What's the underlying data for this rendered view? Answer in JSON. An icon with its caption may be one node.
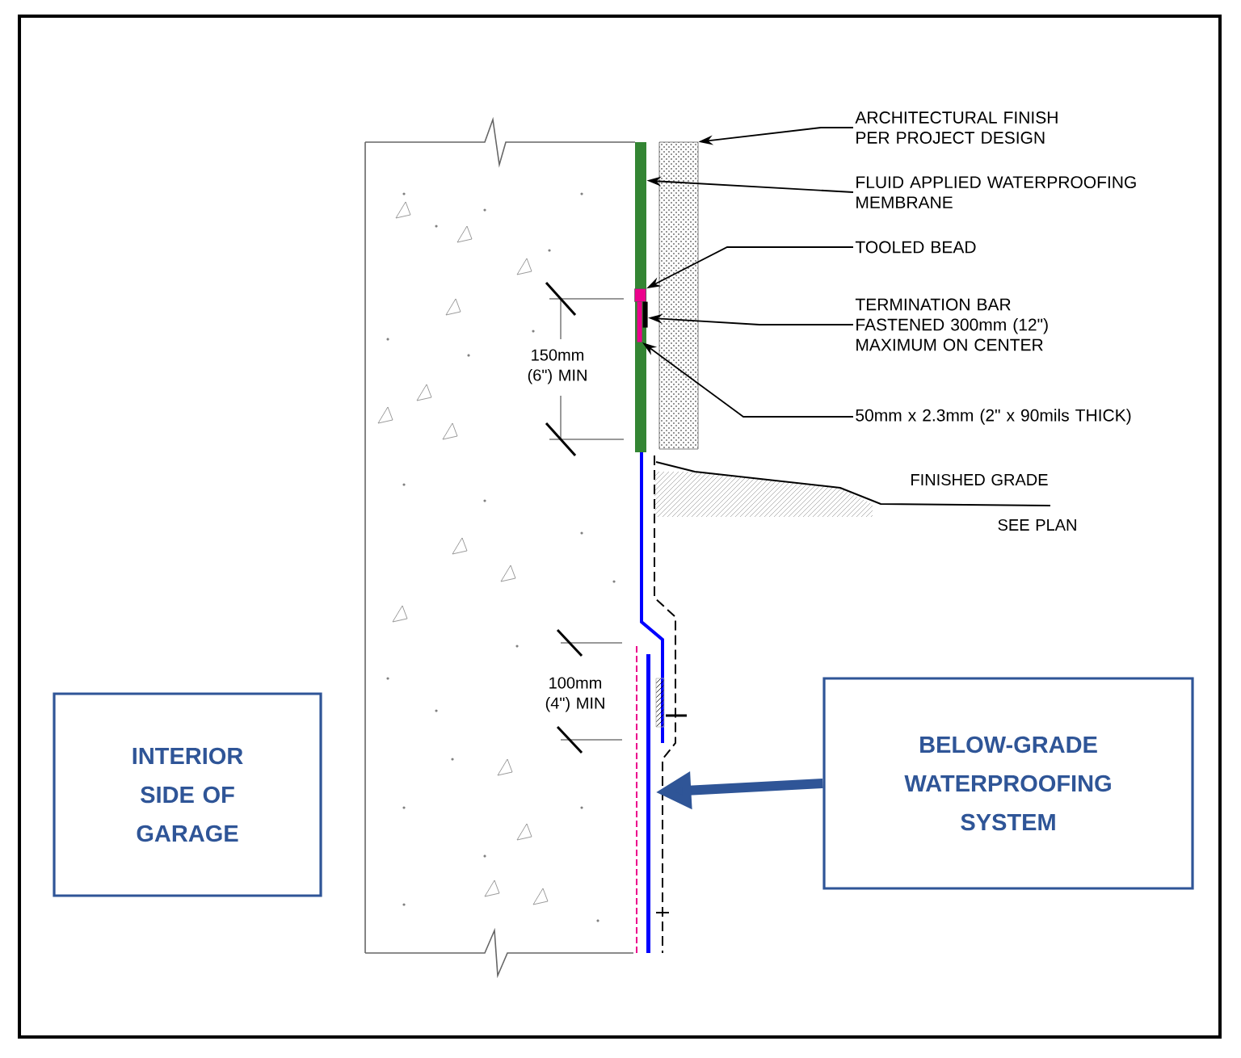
{
  "diagram": {
    "nodes": [
      {
        "text": [
          "ARCHITECTURAL FINISH PER PROJECT DESIGN"
        ]
      },
      {
        "text": [
          "FLUID APPLIED WATERPROOFING MEMBRANE"
        ]
      },
      {
        "text": [
          "TOOLED BEAD"
        ]
      },
      {
        "text": [
          "TERMINATION BAR FASTENED 300mm (12\") MAXIMUM ON CENTER"
        ]
      },
      {
        "text": [
          "50mm x 2.3mm (2\" x 90mils THICK)"
        ]
      },
      {
        "text": [
          "INTERIOR SIDE OF GARAGE"
        ]
      },
      {
        "text": [
          "BELOW-GRADE WATERPROOFING SYSTEM"
        ]
      },
      {
        "text": [],
        "shape": "bar"
      },
      {
        "text": [],
        "shape": "box",
        "in": 7
      },
      {
        "text": [],
        "shape": "bar",
        "in": 7
      },
      {
        "text": [],
        "shape": "bar",
        "in": 7
      },
      {
        "text": [],
        "shape": "bar"
      },
      {
        "text": [],
        "shape": "box"
      }
    ],
    "edges": [
      {
        "from": 0,
        "to": 12,
        "arrow": "to"
      },
      {
        "from": 1,
        "to": 7,
        "arrow": "to"
      },
      {
        "from": 2,
        "to": 8,
        "arrow": "to"
      },
      {
        "from": 3,
        "to": 10,
        "arrow": "to"
      },
      {
        "from": 4,
        "to": 9,
        "arrow": "to"
      },
      {
        "from": 6,
        "to": 11,
        "arrow": "to",
        "style": "thick",
        "color": "#2f5597"
      }
    ],
    "labels": [
      "150mm (6\") MIN",
      "100mm (4\") MIN",
      "FINISHED GRADE",
      "SEE PLAN"
    ]
  }
}
